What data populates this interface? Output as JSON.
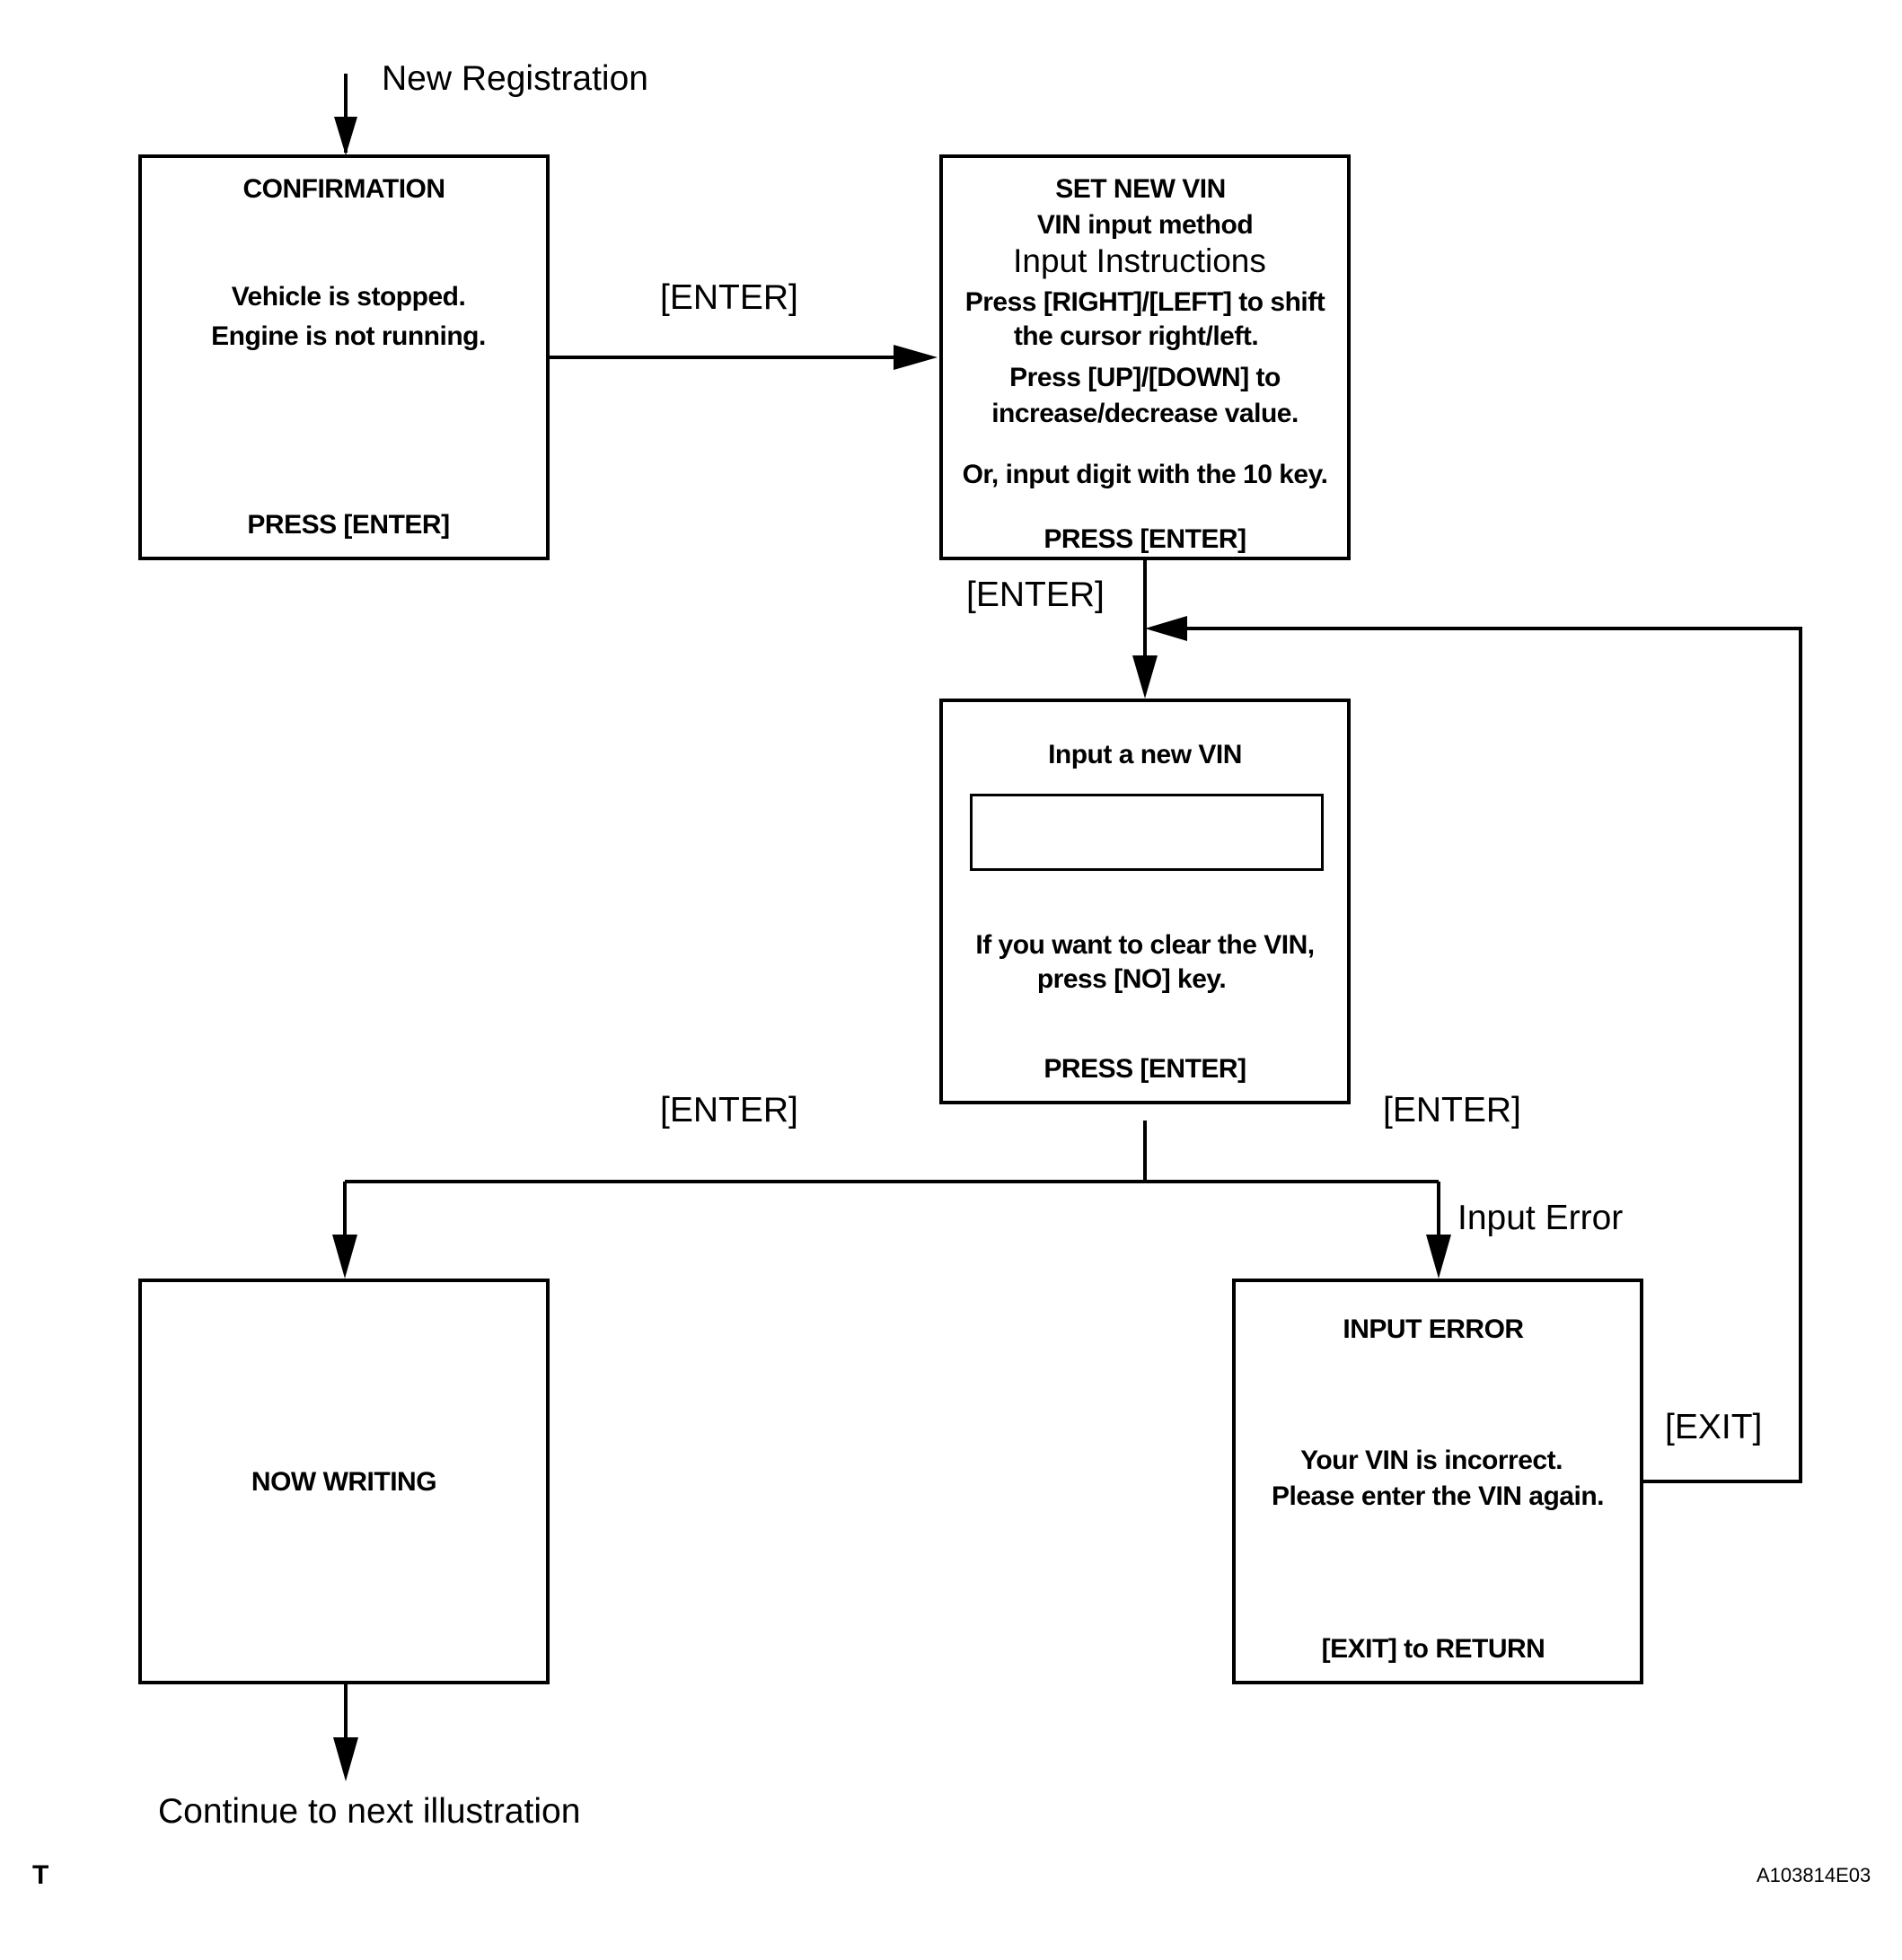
{
  "top_label": "New Registration",
  "confirmation": {
    "title": "CONFIRMATION",
    "line1": "Vehicle is stopped.",
    "line2": "Engine is not running.",
    "footer": "PRESS [ENTER]"
  },
  "set_new_vin": {
    "title": "SET NEW VIN",
    "subtitle": "VIN input method",
    "heading": "Input Instructions",
    "line1": "Press [RIGHT]/[LEFT] to shift",
    "line2": "the cursor right/left.",
    "line3": "Press [UP]/[DOWN]  to",
    "line4": "increase/decrease value.",
    "line5": "Or, input digit with the 10 key.",
    "footer": "PRESS [ENTER]"
  },
  "input_vin": {
    "title": "Input a new VIN",
    "field_value": "",
    "line1": "If you want to clear the VIN,",
    "line2": "press [NO] key.",
    "footer": "PRESS [ENTER]"
  },
  "now_writing": {
    "title": "NOW WRITING"
  },
  "input_error": {
    "title": "INPUT  ERROR",
    "line1": "Your VIN is incorrect.",
    "line2": "Please enter the VIN again.",
    "footer": "[EXIT] to RETURN"
  },
  "edges": {
    "enter_1": "[ENTER]",
    "enter_2": "[ENTER]",
    "enter_left": "[ENTER]",
    "enter_right": "[ENTER]",
    "input_error": "Input Error",
    "exit": "[EXIT]"
  },
  "bottom_label": "Continue to next illustration",
  "corner_mark": "T",
  "figure_id": "A103814E03"
}
